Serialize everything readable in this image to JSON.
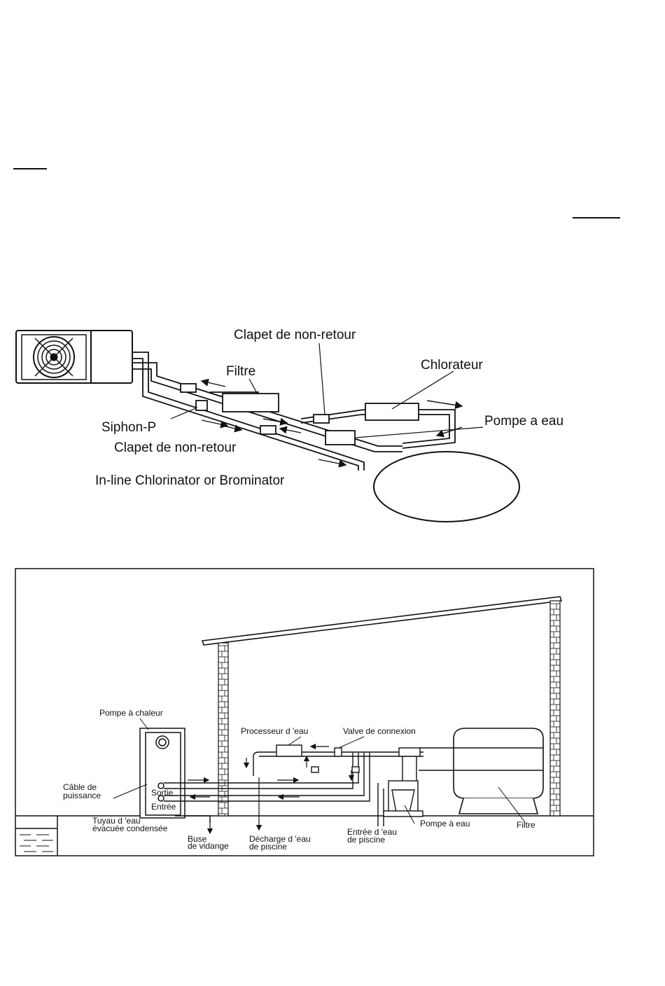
{
  "diagram1": {
    "labels": {
      "check_valve_top": "Clapet de non-retour",
      "filter": "Filtre",
      "chlorinator": "Chlorateur",
      "water_pump": "Pompe a eau",
      "siphon": "Siphon-P",
      "check_valve_bottom": "Clapet de non-retour",
      "inline": "In-line Chlorinator or Brominator"
    }
  },
  "diagram2": {
    "labels": {
      "heat_pump": "Pompe à chaleur",
      "power_cable_1": "Câble de",
      "power_cable_2": "puissance",
      "outlet": "Sortie",
      "inlet": "Entrée",
      "condensate_1": "Tuyau d 'eau",
      "condensate_2": "évacuée condensée",
      "drain_1": "Buse",
      "drain_2": "de vidange",
      "water_processor": "Processeur d 'eau",
      "connection_valve": "Valve de connexion",
      "pool_discharge_1": "Décharge d 'eau",
      "pool_discharge_2": "de piscine",
      "pool_inlet_1": "Entrée d 'eau",
      "pool_inlet_2": "de piscine",
      "water_pump": "Pompe à eau",
      "filter": "Filtre"
    }
  }
}
